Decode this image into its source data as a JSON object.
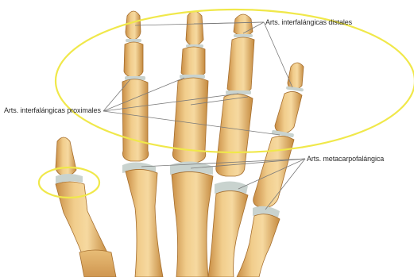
{
  "labels": {
    "distal": "Arts. interfalángicas distales",
    "proximal": "Arts. interfalángicas proximales",
    "mcp": "Arts. metacarpofalángica"
  },
  "colors": {
    "bone_light": "#f2cf8f",
    "bone_mid": "#dca55a",
    "bone_dark": "#b57a33",
    "cartilage": "#c9d3cf",
    "highlight_ellipse": "#f0e84a",
    "leader_line": "#7a7a7a"
  }
}
